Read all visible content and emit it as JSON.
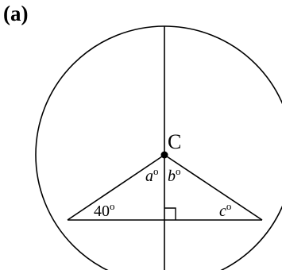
{
  "panel_label": "(a)",
  "center_label": "C",
  "angles": {
    "a": {
      "letter": "a",
      "degree_mark": "o"
    },
    "b": {
      "letter": "b",
      "degree_mark": "o"
    },
    "c": {
      "letter": "c",
      "degree_mark": "o"
    },
    "base_angle": {
      "value": "40",
      "degree_mark": "o"
    }
  },
  "colors": {
    "stroke": "#000000",
    "background": "#ffffff"
  }
}
